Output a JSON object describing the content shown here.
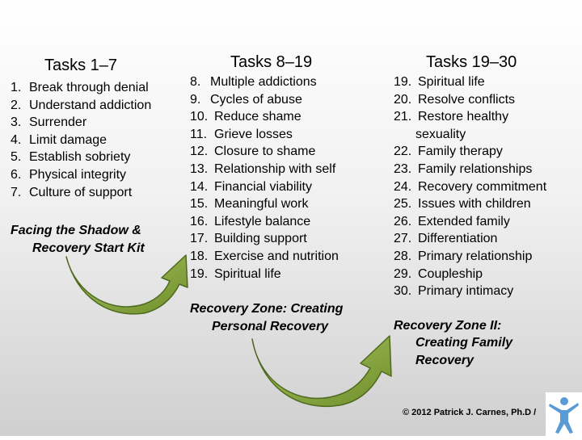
{
  "col1": {
    "title": "Tasks 1–7",
    "items": [
      {
        "num": "1.",
        "text": "Break through denial"
      },
      {
        "num": "2.",
        "text": "Understand addiction"
      },
      {
        "num": "3.",
        "text": "Surrender"
      },
      {
        "num": "4.",
        "text": "Limit damage"
      },
      {
        "num": "5.",
        "text": "Establish sobriety"
      },
      {
        "num": "6.",
        "text": "Physical integrity"
      },
      {
        "num": "7.",
        "text": "Culture of support"
      }
    ],
    "note_line1": "Facing the Shadow &",
    "note_line2": "Recovery Start Kit"
  },
  "col2": {
    "title": "Tasks 8–19",
    "items": [
      {
        "num": "8.",
        "text": "Multiple addictions"
      },
      {
        "num": "9.",
        "text": "Cycles of abuse"
      },
      {
        "num": "10.",
        "text": "Reduce shame"
      },
      {
        "num": "11.",
        "text": "Grieve losses"
      },
      {
        "num": "12.",
        "text": "Closure to shame"
      },
      {
        "num": "13.",
        "text": "Relationship with self"
      },
      {
        "num": "14.",
        "text": "Financial viability"
      },
      {
        "num": "15.",
        "text": "Meaningful work"
      },
      {
        "num": "16.",
        "text": "Lifestyle balance"
      },
      {
        "num": "17.",
        "text": "Building support"
      },
      {
        "num": "18.",
        "text": "Exercise and nutrition"
      },
      {
        "num": "19.",
        "text": "Spiritual life"
      }
    ],
    "note_line1": "Recovery Zone: Creating",
    "note_line2": "Personal Recovery"
  },
  "col3": {
    "title": "Tasks 19–30",
    "items": [
      {
        "num": "19.",
        "text": "Spiritual life"
      },
      {
        "num": "20.",
        "text": "Resolve conflicts"
      },
      {
        "num": "21.",
        "text": "Restore healthy"
      },
      {
        "num": "",
        "text": "sexuality"
      },
      {
        "num": "22.",
        "text": "Family therapy"
      },
      {
        "num": "23.",
        "text": "Family relationships"
      },
      {
        "num": "24.",
        "text": "Recovery commitment"
      },
      {
        "num": "25.",
        "text": "Issues with children"
      },
      {
        "num": "26.",
        "text": "Extended family"
      },
      {
        "num": "27.",
        "text": "Differentiation"
      },
      {
        "num": "28.",
        "text": "Primary relationship"
      },
      {
        "num": "29.",
        "text": "Coupleship"
      },
      {
        "num": "30.",
        "text": "Primary intimacy"
      }
    ],
    "note_line1": "Recovery Zone II:",
    "note_line2": "Creating Family",
    "note_line3": "Recovery"
  },
  "footer": {
    "copyright": "© 2012 Patrick J. Carnes, Ph.D /"
  },
  "colors": {
    "arrow": "#7a9a35",
    "arrow_light": "#a9c45e",
    "logo": "#5a9bd5"
  }
}
